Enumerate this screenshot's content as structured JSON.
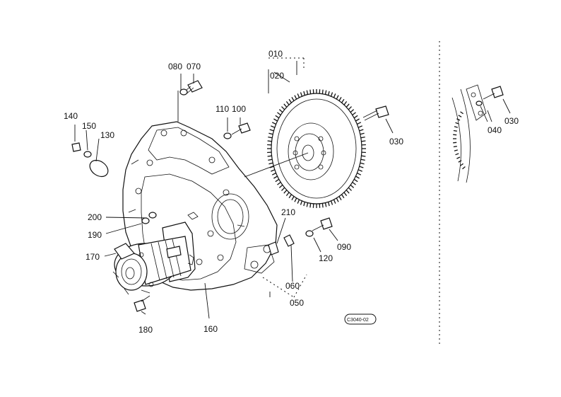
{
  "parts": [
    {
      "id": "p010",
      "label": "010"
    },
    {
      "id": "p020",
      "label": "020"
    },
    {
      "id": "p030a",
      "label": "030"
    },
    {
      "id": "p030b",
      "label": "030"
    },
    {
      "id": "p040",
      "label": "040"
    },
    {
      "id": "p050",
      "label": "050"
    },
    {
      "id": "p060",
      "label": "060"
    },
    {
      "id": "p070",
      "label": "070"
    },
    {
      "id": "p080",
      "label": "080"
    },
    {
      "id": "p090",
      "label": "090"
    },
    {
      "id": "p100",
      "label": "100"
    },
    {
      "id": "p110",
      "label": "110"
    },
    {
      "id": "p120",
      "label": "120"
    },
    {
      "id": "p130",
      "label": "130"
    },
    {
      "id": "p140",
      "label": "140"
    },
    {
      "id": "p150",
      "label": "150"
    },
    {
      "id": "p160",
      "label": "160"
    },
    {
      "id": "p170",
      "label": "170"
    },
    {
      "id": "p180",
      "label": "180"
    },
    {
      "id": "p190",
      "label": "190"
    },
    {
      "id": "p200",
      "label": "200"
    },
    {
      "id": "p210",
      "label": "210"
    }
  ],
  "drawing_code": "C3040-02"
}
